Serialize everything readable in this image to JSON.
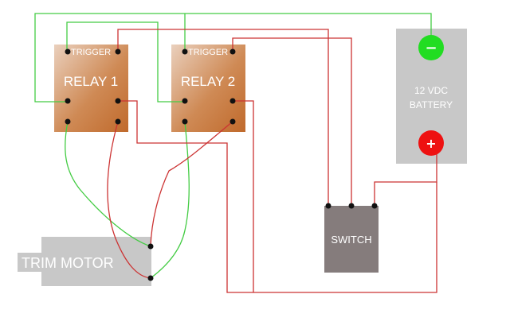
{
  "relay1": {
    "name": "RELAY 1",
    "trigger_label": "TRIGGER"
  },
  "relay2": {
    "name": "RELAY 2",
    "trigger_label": "TRIGGER"
  },
  "battery": {
    "label_line1": "12 VDC",
    "label_line2": "BATTERY",
    "negative_symbol": "−",
    "positive_symbol": "+"
  },
  "switch": {
    "label": "SWITCH"
  },
  "motor": {
    "label": "TRIM MOTOR"
  },
  "colors": {
    "relay_fill": "#c8743a",
    "relay_highlight": "#e6b08a",
    "component_gray": "#c8c8c8",
    "switch_gray": "#857c7c",
    "wire_green": "#44cc44",
    "wire_red": "#cc3333",
    "terminal_negative": "#22dd22",
    "terminal_positive": "#ee1111",
    "pin_black": "#111111"
  },
  "icons": {
    "pin": "terminal-pin-icon",
    "negative": "minus-terminal-icon",
    "positive": "plus-terminal-icon"
  }
}
